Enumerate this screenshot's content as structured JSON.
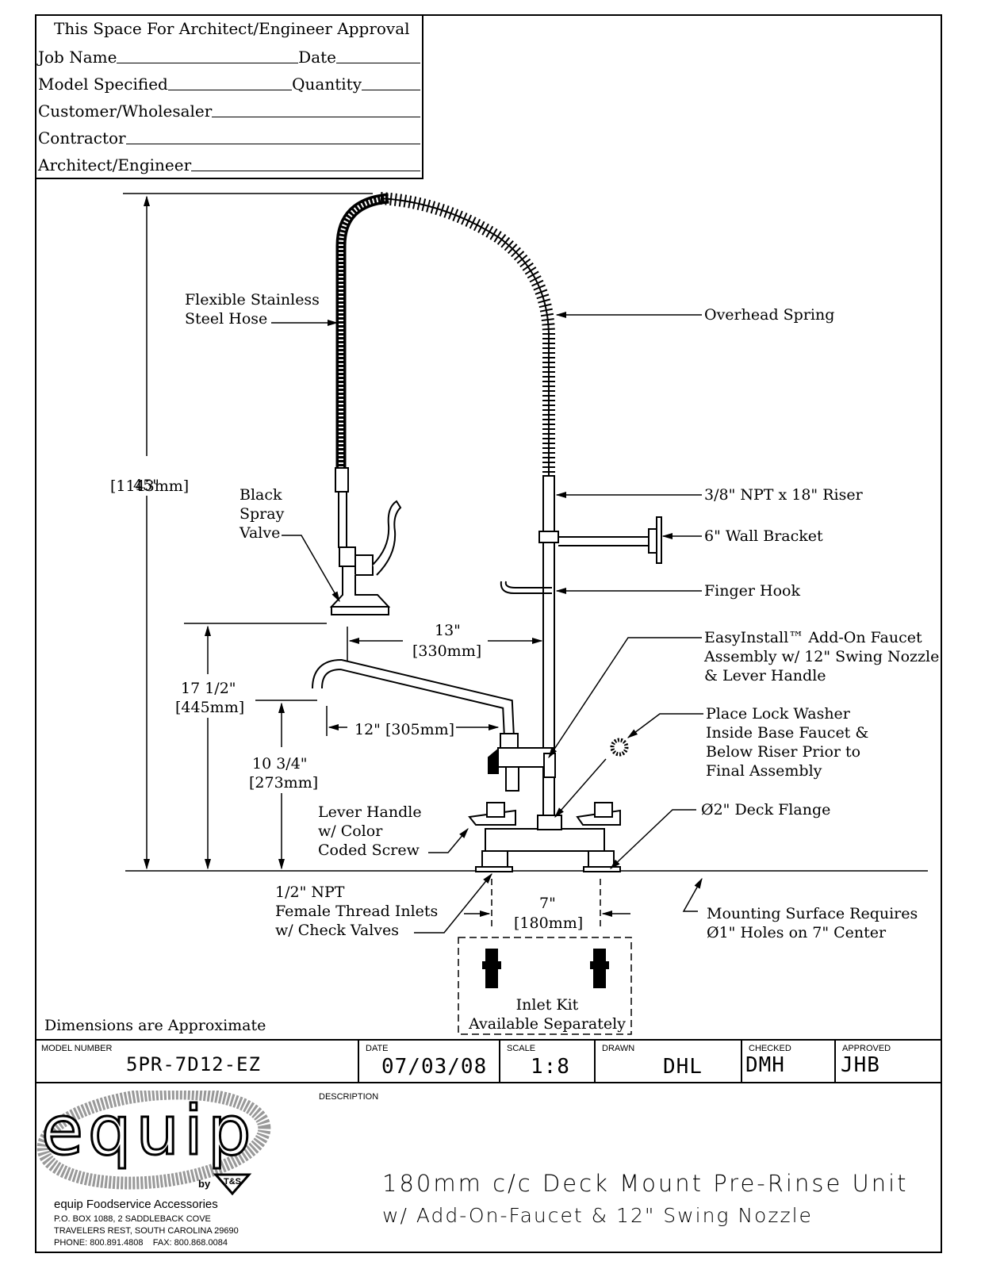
{
  "approval": {
    "title": "This Space For Architect/Engineer Approval",
    "rows": [
      {
        "a": "Job Name",
        "b": "Date"
      },
      {
        "a": "Model Specified",
        "b": "Quantity"
      },
      {
        "a": "Customer/Wholesaler"
      },
      {
        "a": "Contractor"
      },
      {
        "a": "Architect/Engineer"
      }
    ]
  },
  "dimensions": {
    "height_total": "45\"",
    "height_total_mm": "[1143mm]",
    "spray_height": "17 1/2\"",
    "spray_height_mm": "[445mm]",
    "nozzle_height": "10 3/4\"",
    "nozzle_height_mm": "[273mm]",
    "reach": "13\"",
    "reach_mm": "[330mm]",
    "nozzle_length": "12\" [305mm]",
    "center": "7\"",
    "center_mm": "[180mm]"
  },
  "callouts": {
    "hose": "Flexible Stainless\nSteel Hose",
    "spray_valve": "Black\nSpray\nValve",
    "overhead_spring": "Overhead Spring",
    "riser": "3/8\" NPT x 18\" Riser",
    "wall_bracket": "6\" Wall Bracket",
    "finger_hook": "Finger Hook",
    "add_on": "EasyInstall™ Add-On Faucet\nAssembly w/ 12\" Swing Nozzle\n& Lever Handle",
    "lock_washer": "Place Lock Washer\nInside Base Faucet &\nBelow Riser Prior to\nFinal Assembly",
    "lever_handle": "Lever Handle\nw/ Color\nCoded Screw",
    "deck_flange": "Ø2\" Deck Flange",
    "inlets": "1/2\" NPT\nFemale Thread Inlets\nw/ Check Valves",
    "mounting": "Mounting Surface Requires\nØ1\" Holes on 7\" Center",
    "inlet_kit": "Inlet Kit\nAvailable Separately",
    "approx": "Dimensions are Approximate"
  },
  "title_block": {
    "model_cap": "MODEL NUMBER",
    "model": "5PR-7D12-EZ",
    "date_cap": "DATE",
    "date": "07/03/08",
    "scale_cap": "SCALE",
    "scale": "1:8",
    "drawn_cap": "DRAWN",
    "drawn": "DHL",
    "checked_cap": "CHECKED",
    "checked": "DMH",
    "approved_cap": "APPROVED",
    "approved": "JHB",
    "desc_cap": "DESCRIPTION",
    "desc_line1": "180mm c/c Deck Mount Pre-Rinse Unit",
    "desc_line2": "w/ Add-On-Faucet & 12\" Swing Nozzle"
  },
  "logo": {
    "word": "equip",
    "by": "by",
    "brand": "T&S"
  },
  "company": {
    "name": "equip Foodservice Accessories",
    "addr1": "P.O. BOX 1088, 2 SADDLEBACK COVE",
    "addr2": "TRAVELERS REST, SOUTH CAROLINA 29690",
    "phone": "PHONE: 800.891.4808    FAX: 800.868.0084"
  }
}
